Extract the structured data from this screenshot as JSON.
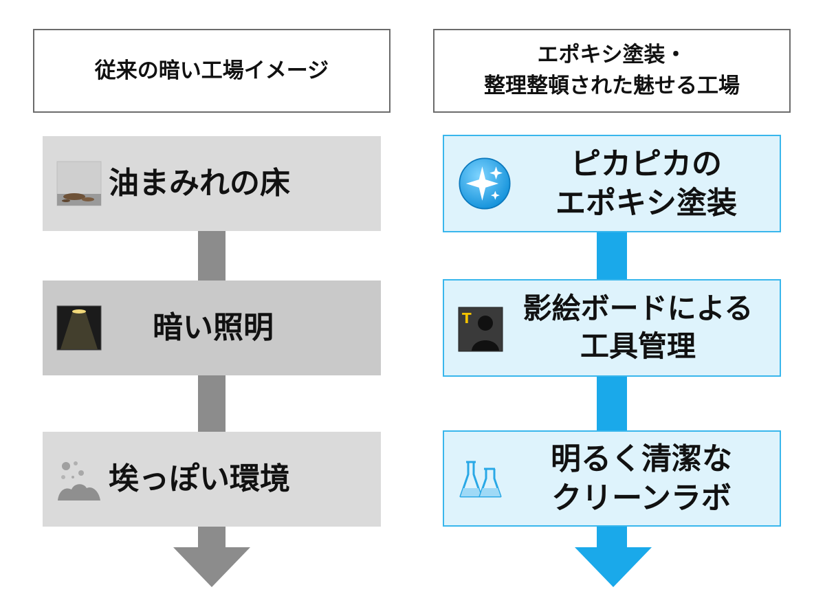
{
  "left": {
    "header": "従来の暗い工場イメージ",
    "items": [
      {
        "label": "油まみれの床",
        "icon": "oily-floor-icon"
      },
      {
        "label": "暗い照明",
        "icon": "dim-lamp-icon"
      },
      {
        "label": "埃っぽい環境",
        "icon": "dust-icon"
      }
    ]
  },
  "right": {
    "header": "エポキシ塗装・\n整理整頓された魅せる工場",
    "items": [
      {
        "label": "ピカピカの\nエポキシ塗装",
        "icon": "sparkle-icon"
      },
      {
        "label": "影絵ボードによる\n工具管理",
        "icon": "shadow-board-icon",
        "icon_text": "T"
      },
      {
        "label": "明るく清潔な\nクリーンラボ",
        "icon": "flask-icon"
      }
    ]
  },
  "colors": {
    "left_arrow": "#8c8c8c",
    "right_arrow": "#1aa9ea",
    "right_box_fill": "#def3fc",
    "right_box_border": "#38b6ec"
  }
}
